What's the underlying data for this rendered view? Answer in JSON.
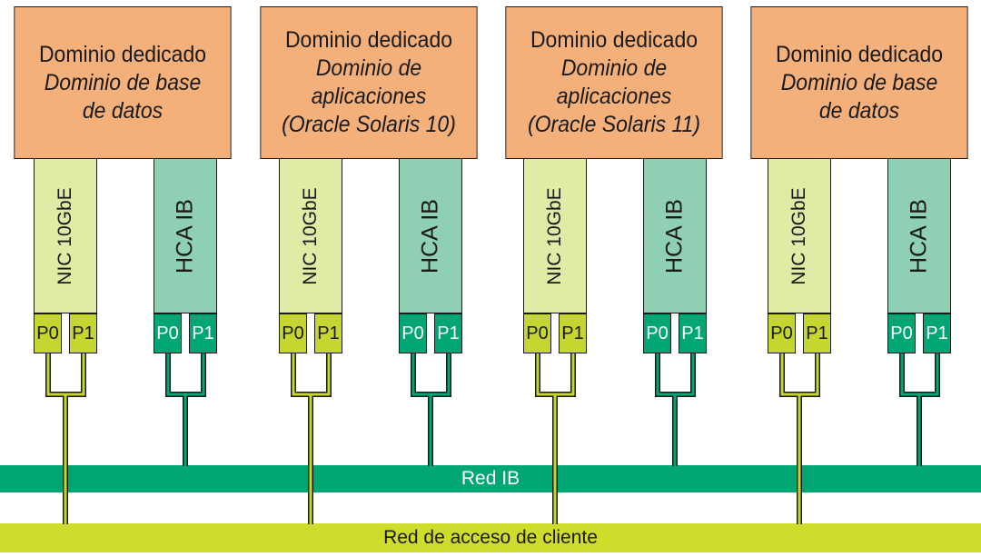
{
  "domains": [
    {
      "line1": "Dominio dedicado",
      "italic": [
        "Dominio de base",
        "de datos"
      ]
    },
    {
      "line1": "Dominio dedicado",
      "italic": [
        "Dominio de",
        "aplicaciones",
        "(Oracle Solaris 10)"
      ]
    },
    {
      "line1": "Dominio dedicado",
      "italic": [
        "Dominio de",
        "aplicaciones",
        "(Oracle Solaris 11)"
      ]
    },
    {
      "line1": "Dominio dedicado",
      "italic": [
        "Dominio de base",
        "de datos"
      ]
    }
  ],
  "cards": {
    "nic_label": "NIC 10GbE",
    "hca_label": "HCA IB"
  },
  "ports": {
    "p0": "P0",
    "p1": "P1"
  },
  "networks": {
    "ib": "Red IB",
    "client": "Red de acceso de cliente"
  },
  "colors": {
    "domain_fill": "#f4b07a",
    "nic_card": "#e2eba6",
    "nic_port": "#c6d630",
    "hca_card": "#8fd0b4",
    "hca_port": "#00a775",
    "ib_network": "#00a775",
    "client_network": "#cedc2c"
  }
}
